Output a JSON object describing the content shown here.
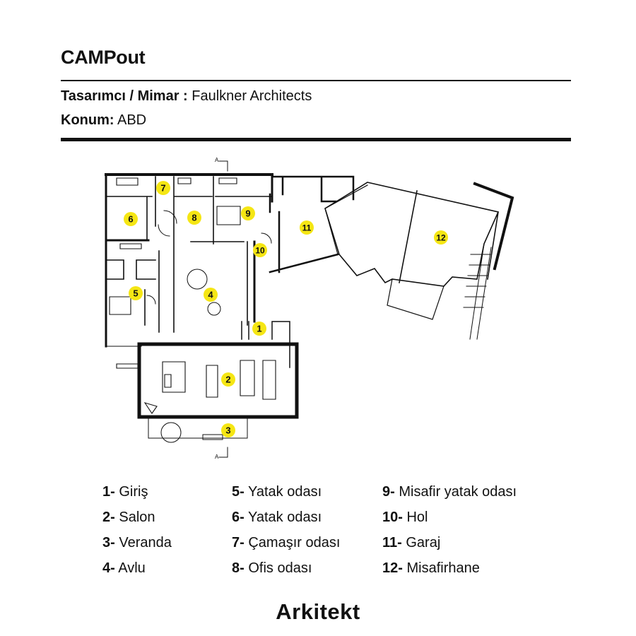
{
  "header": {
    "title": "CAMPout",
    "designer_label": "Tasarımcı / Mimar :",
    "designer_value": "Faulkner Architects",
    "location_label": "Konum:",
    "location_value": "ABD"
  },
  "plan": {
    "section_marker": "A",
    "markers": [
      {
        "num": "1"
      },
      {
        "num": "2"
      },
      {
        "num": "3"
      },
      {
        "num": "4"
      },
      {
        "num": "5"
      },
      {
        "num": "6"
      },
      {
        "num": "7"
      },
      {
        "num": "8"
      },
      {
        "num": "9"
      },
      {
        "num": "10"
      },
      {
        "num": "11"
      },
      {
        "num": "12"
      }
    ],
    "colors": {
      "marker": "#f5e614",
      "line": "#111111"
    }
  },
  "legend": {
    "items": [
      {
        "num": "1-",
        "label": "Giriş"
      },
      {
        "num": "2-",
        "label": "Salon"
      },
      {
        "num": "3-",
        "label": "Veranda"
      },
      {
        "num": "4-",
        "label": "Avlu"
      },
      {
        "num": "5-",
        "label": "Yatak odası"
      },
      {
        "num": "6-",
        "label": "Yatak odası"
      },
      {
        "num": "7-",
        "label": "Çamaşır odası"
      },
      {
        "num": "8-",
        "label": "Ofis odası"
      },
      {
        "num": "9-",
        "label": "Misafir yatak odası"
      },
      {
        "num": "10-",
        "label": "Hol"
      },
      {
        "num": "11-",
        "label": "Garaj"
      },
      {
        "num": "12-",
        "label": "Misafirhane"
      }
    ]
  },
  "logo": {
    "text": "Arkitekt"
  }
}
